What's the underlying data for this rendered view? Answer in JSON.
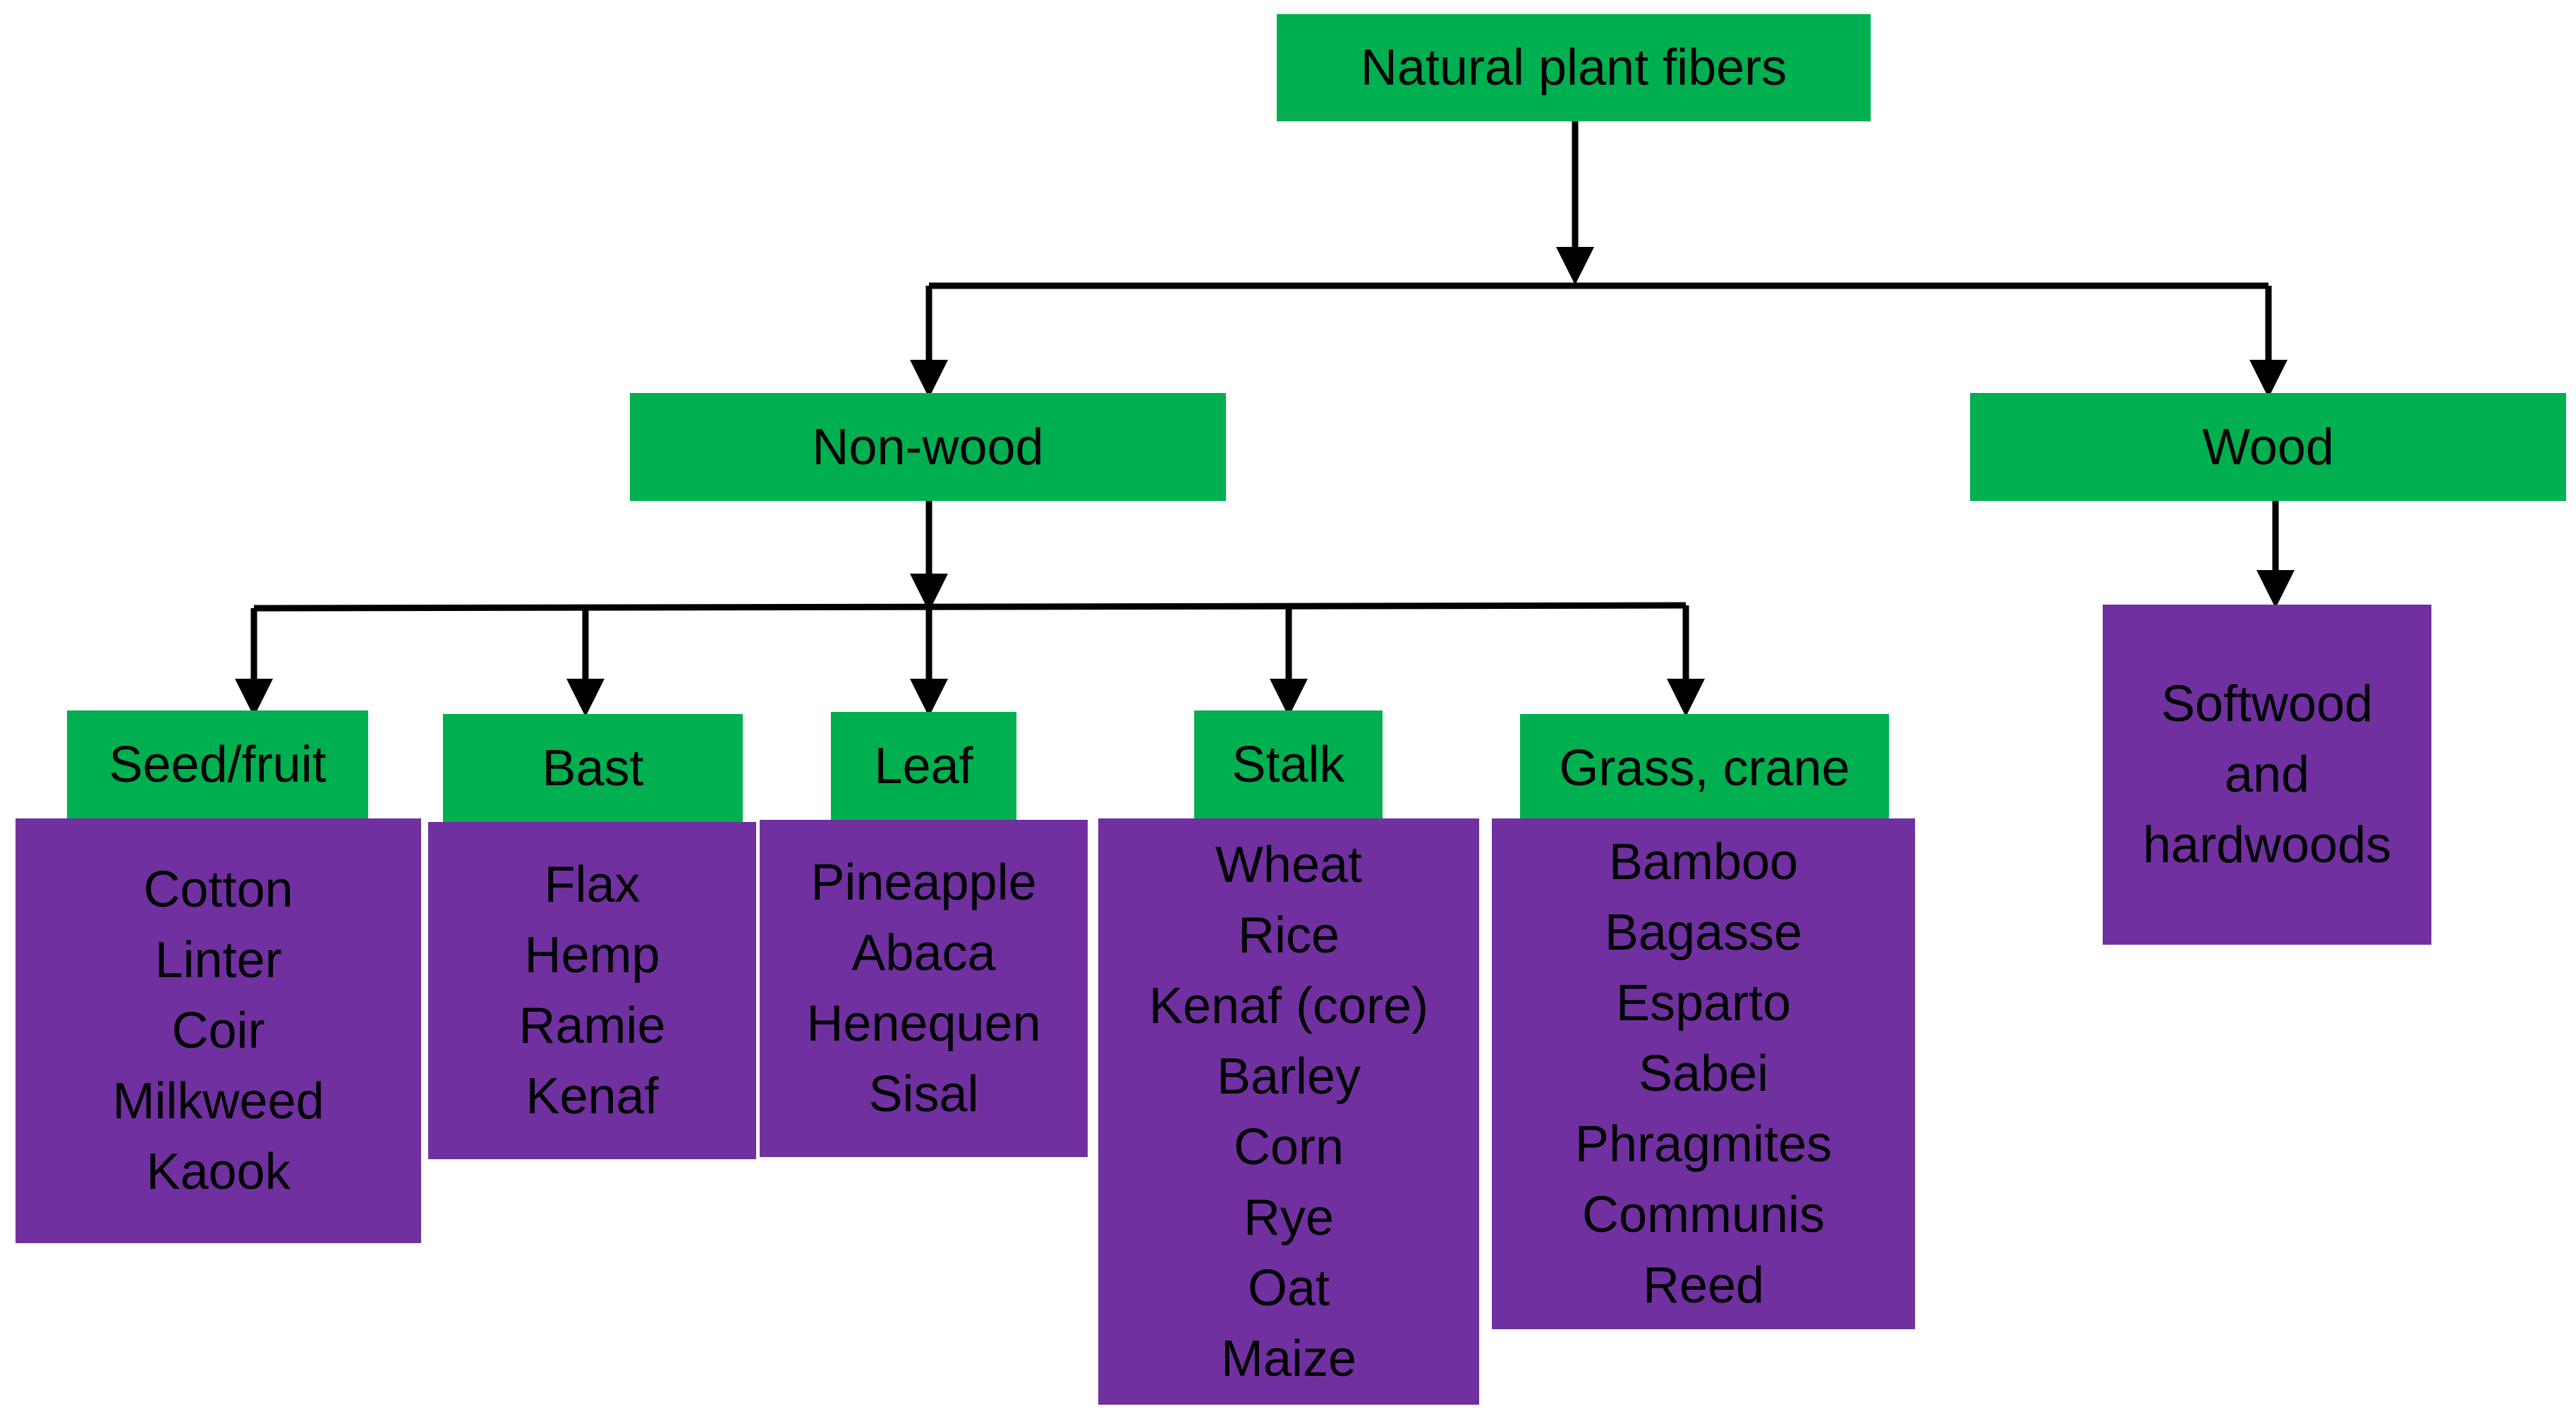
{
  "root": {
    "label": "Natural plant fibers"
  },
  "nonwood": {
    "label": "Non-wood"
  },
  "wood": {
    "label": "Wood",
    "items_text": [
      "Softwood",
      "and",
      "hardwoods"
    ]
  },
  "categories": [
    {
      "label": "Seed/fruit",
      "items": [
        "Cotton",
        "Linter",
        "Coir",
        "Milkweed",
        "Kaook"
      ]
    },
    {
      "label": "Bast",
      "items": [
        "Flax",
        "Hemp",
        "Ramie",
        "Kenaf"
      ]
    },
    {
      "label": "Leaf",
      "items": [
        "Pineapple",
        "Abaca",
        "Henequen",
        "Sisal"
      ]
    },
    {
      "label": "Stalk",
      "items": [
        "Wheat",
        "Rice",
        "Kenaf (core)",
        "Barley",
        "Corn",
        "Rye",
        "Oat",
        "Maize"
      ]
    },
    {
      "label": "Grass, crane",
      "items": [
        "Bamboo",
        "Bagasse",
        "Esparto",
        "Sabei",
        "Phragmites",
        "Communis",
        "Reed"
      ]
    }
  ],
  "colors": {
    "header": "#00b050",
    "list": "#7030a0",
    "connector": "#000000"
  }
}
